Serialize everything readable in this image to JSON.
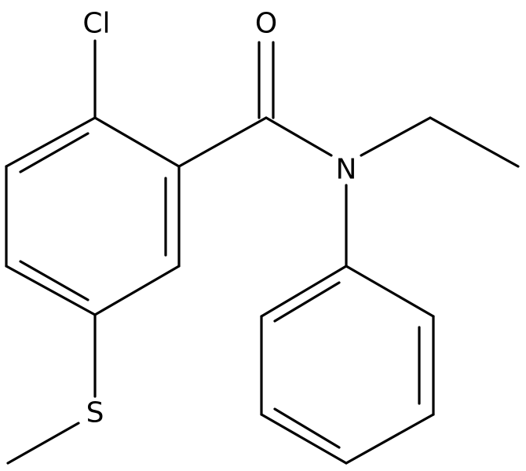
{
  "molecule": {
    "atoms": {
      "cl": "Cl",
      "o": "O",
      "n": "N",
      "s": "S"
    }
  },
  "colors": {
    "background": "#ffffff",
    "bond": "#000000",
    "label": "#000000"
  }
}
